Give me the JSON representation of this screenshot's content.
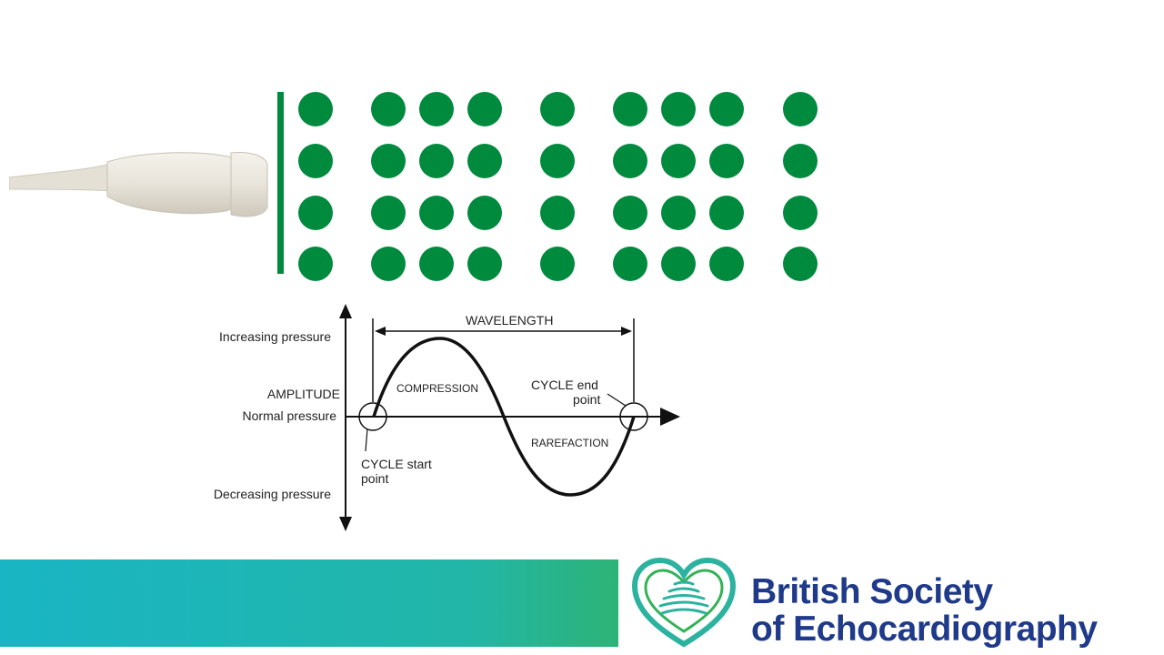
{
  "diagram": {
    "wavelength_label": "WAVELENGTH",
    "increasing_label": "Increasing pressure",
    "amplitude_label": "AMPLITUDE",
    "normal_label": "Normal pressure",
    "decreasing_label": "Decreasing pressure",
    "compression_label": "COMPRESSION",
    "rarefaction_label": "RAREFACTION",
    "cycle_end_line1": "CYCLE end",
    "cycle_end_line2": "point",
    "cycle_start_line1": "CYCLE start",
    "cycle_start_line2": "point"
  },
  "particles": {
    "rows": 4,
    "columns_per_group": [
      1,
      3,
      1,
      3,
      1
    ],
    "color": "#008a3e"
  },
  "logo": {
    "line1": "British Society",
    "line2": "of Echocardiography",
    "text_color": "#1f3a8a",
    "icon_color": "#2bb3a0"
  },
  "footer": {
    "gradient_start": "#19b5c4",
    "gradient_end": "#3db254"
  }
}
